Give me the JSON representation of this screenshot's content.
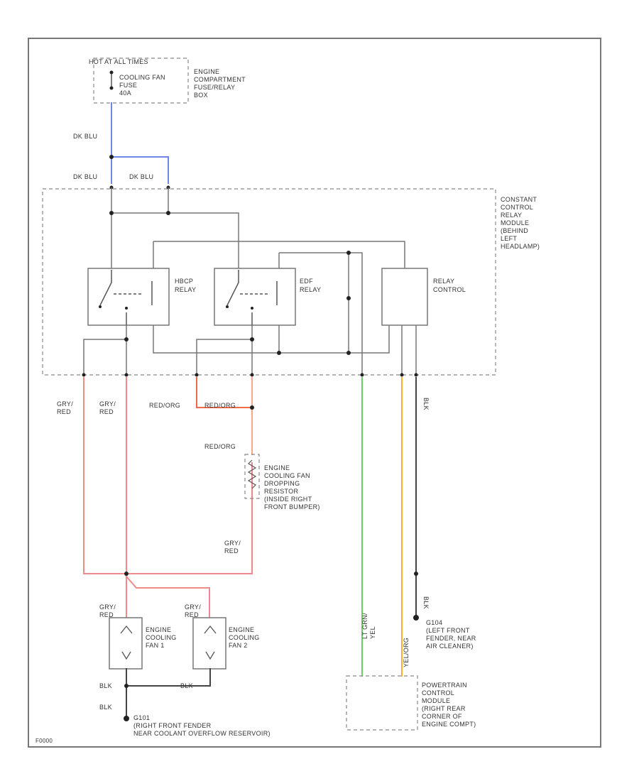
{
  "labels": {
    "hot_at_all_times": "HOT AT ALL TIMES",
    "fuse": [
      "COOLING FAN",
      "FUSE",
      "40A"
    ],
    "fuse_box": [
      "ENGINE",
      "COMPARTMENT",
      "FUSE/RELAY",
      "BOX"
    ],
    "dk_blu_1": "DK BLU",
    "dk_blu_2": "DK BLU",
    "dk_blu_3": "DK BLU",
    "module": [
      "CONSTANT",
      "CONTROL",
      "RELAY",
      "MODULE",
      "(BEHIND",
      "LEFT",
      "HEADLAMP)"
    ],
    "hbcp_relay": [
      "HBCP",
      "RELAY"
    ],
    "edf_relay": [
      "EDF",
      "RELAY"
    ],
    "relay_control": [
      "RELAY",
      "CONTROL"
    ],
    "gry_red_1": [
      "GRY/",
      "RED"
    ],
    "gry_red_2": [
      "GRY/",
      "RED"
    ],
    "red_org_1": "RED/ORG",
    "red_org_2": "RED/ORG",
    "red_org_3": "RED/ORG",
    "resistor": [
      "ENGINE",
      "COOLING FAN",
      "DROPPING",
      "RESISTOR",
      "(INSIDE RIGHT",
      "FRONT BUMPER)"
    ],
    "gry_red_3": [
      "GRY/",
      "RED"
    ],
    "gry_red_4": [
      "GRY/",
      "RED"
    ],
    "gry_red_5": [
      "GRY/",
      "RED"
    ],
    "fan1": [
      "ENGINE",
      "COOLING",
      "FAN 1"
    ],
    "fan2": [
      "ENGINE",
      "COOLING",
      "FAN 2"
    ],
    "blk_1": "BLK",
    "blk_2": "BLK",
    "blk_3": "BLK",
    "blk_4": "BLK",
    "blk_5": "BLK",
    "g101": [
      "G101",
      "(RIGHT FRONT FENDER",
      "NEAR COOLANT OVERFLOW RESERVOIR)"
    ],
    "g104": [
      "G104",
      "(LEFT FRONT",
      "FENDER, NEAR",
      "AIR CLEANER)"
    ],
    "lt_grn_label": [
      "LT GRN/",
      "YEL"
    ],
    "yel_label": "YEL/ORG",
    "pcm": [
      "POWERTRAIN",
      "CONTROL",
      "MODULE",
      "(RIGHT REAR",
      "CORNER OF",
      "ENGINE COMPT)"
    ],
    "figure_id": "F0000"
  },
  "colors": {
    "dk_blu": "#6f86e8",
    "gry_red": "#f08a8a",
    "red_org": "#f06a4a",
    "red_org_light": "#f6a88a",
    "lt_grn": "#6ecb6e",
    "yel_org": "#f0b030",
    "black": "#444444",
    "gray": "#777777"
  },
  "icons": [
    "relay-switch-icon",
    "ground-icon",
    "fan-motor-icon",
    "resistor-icon",
    "fuse-icon"
  ]
}
